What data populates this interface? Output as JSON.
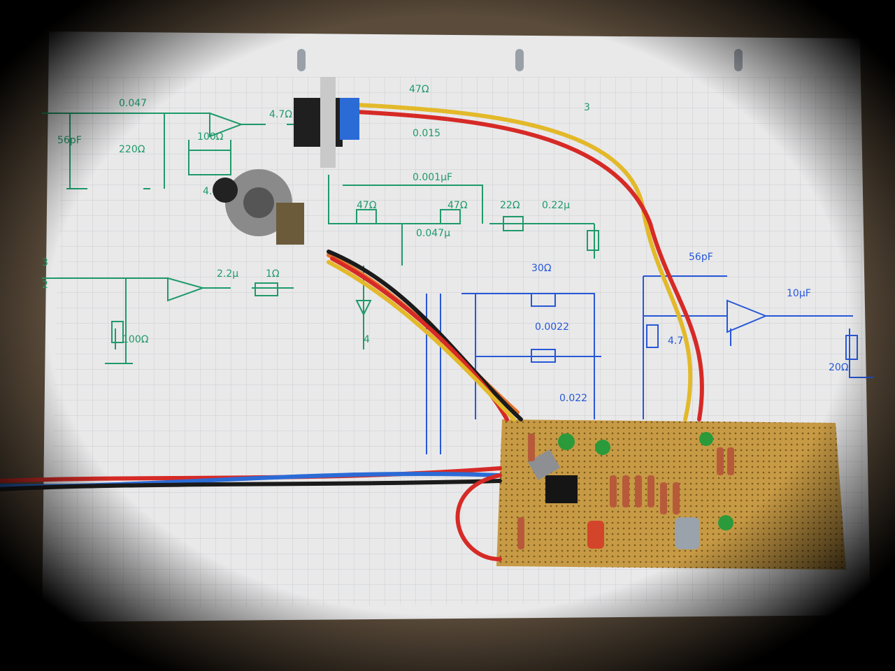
{
  "scene": {
    "colors": {
      "paper": "#e9e9ea",
      "grid_line": "#c7cad0",
      "ink_green": "#1f9a6a",
      "ink_blue": "#2758d6",
      "pcb": "#c79a45",
      "vignette": "#000000",
      "wire_red": "#d62a26",
      "wire_yellow": "#e3b92a",
      "wire_black": "#1b1b1b",
      "wire_blue": "#2b6bd6",
      "wire_orange": "#e8722c"
    }
  },
  "schematic_text": {
    "green": [
      "0.047",
      "4.7Ω",
      "3",
      "47Ω",
      "56pF",
      "220Ω",
      "100Ω",
      "0.001µF",
      "47Ω",
      "47Ω",
      "22Ω",
      "0.22µ",
      "0.047µ",
      "4.7Ω",
      "0.015",
      "3",
      "2",
      "100Ω",
      "2.2µ",
      "1Ω",
      "4"
    ],
    "blue": [
      "30Ω",
      "0.0022",
      "0.022",
      "56pF",
      "10µF",
      "4.7",
      "20Ω"
    ]
  }
}
